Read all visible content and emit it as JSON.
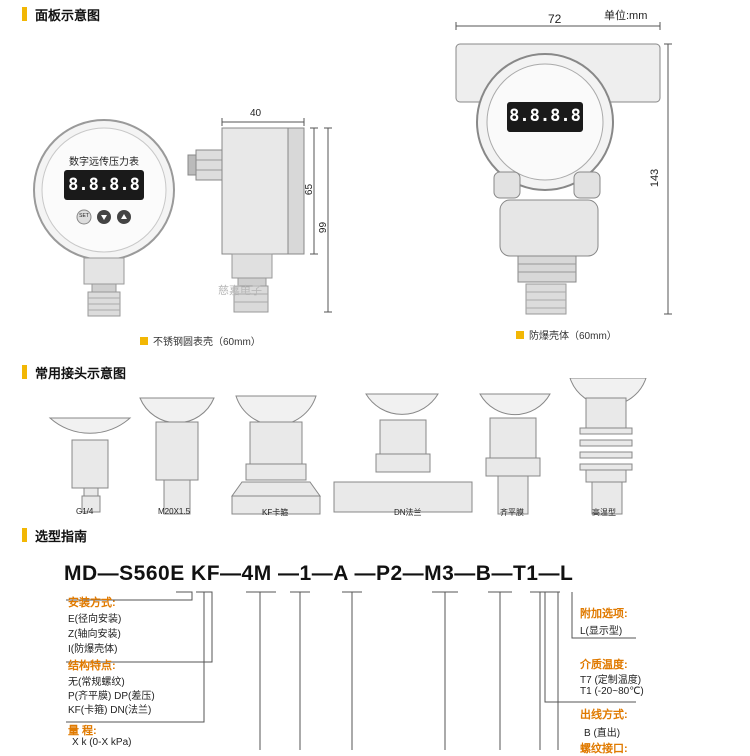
{
  "sections": {
    "panel": "面板示意图",
    "connectors": "常用接头示意图",
    "selection": "选型指南"
  },
  "unit_label": "单位:mm",
  "gauge": {
    "title": "数字远传压力表",
    "display": "8.8.8.8",
    "btn_set": "SET",
    "dim_width": "40",
    "dim_h1": "65",
    "dim_h2": "99",
    "caption": "不锈钢圆表壳（60mm）",
    "watermark": "慈嘉电子"
  },
  "explosion": {
    "display": "8.8.8.8",
    "dim_width": "72",
    "dim_height": "143",
    "caption": "防爆壳体（60mm）"
  },
  "connectors": [
    "G1/4",
    "M20X1.5",
    "KF卡箍",
    "DN法兰",
    "齐平膜",
    "高温型"
  ],
  "model_code": "MD—S560E KF—4M —1—A —P2—M3—B—T1—L",
  "left_options": [
    {
      "title": "安装方式:",
      "lines": [
        "E(径向安装)",
        "Z(轴向安装)",
        "I(防爆壳体)"
      ]
    },
    {
      "title": "结构特点:",
      "lines": [
        "无(常规螺纹)",
        "P(齐平膜)  DP(差压)",
        "KF(卡箍)     DN(法兰)"
      ]
    },
    {
      "title": "量      程:",
      "lines": [
        "X k (0-X kPa)"
      ]
    }
  ],
  "right_options": [
    {
      "title": "附加选项:",
      "lines": [
        "L(显示型)"
      ]
    },
    {
      "title": "介质温度:",
      "lines": [
        "T7  (定制温度)",
        "T1  (-20~80℃)"
      ]
    },
    {
      "title": "出线方式:",
      "lines": [
        "B (直出)"
      ]
    },
    {
      "title": "螺纹接口:",
      "lines": []
    }
  ],
  "colors": {
    "accent": "#f2b705",
    "option_title": "#e07a00"
  }
}
